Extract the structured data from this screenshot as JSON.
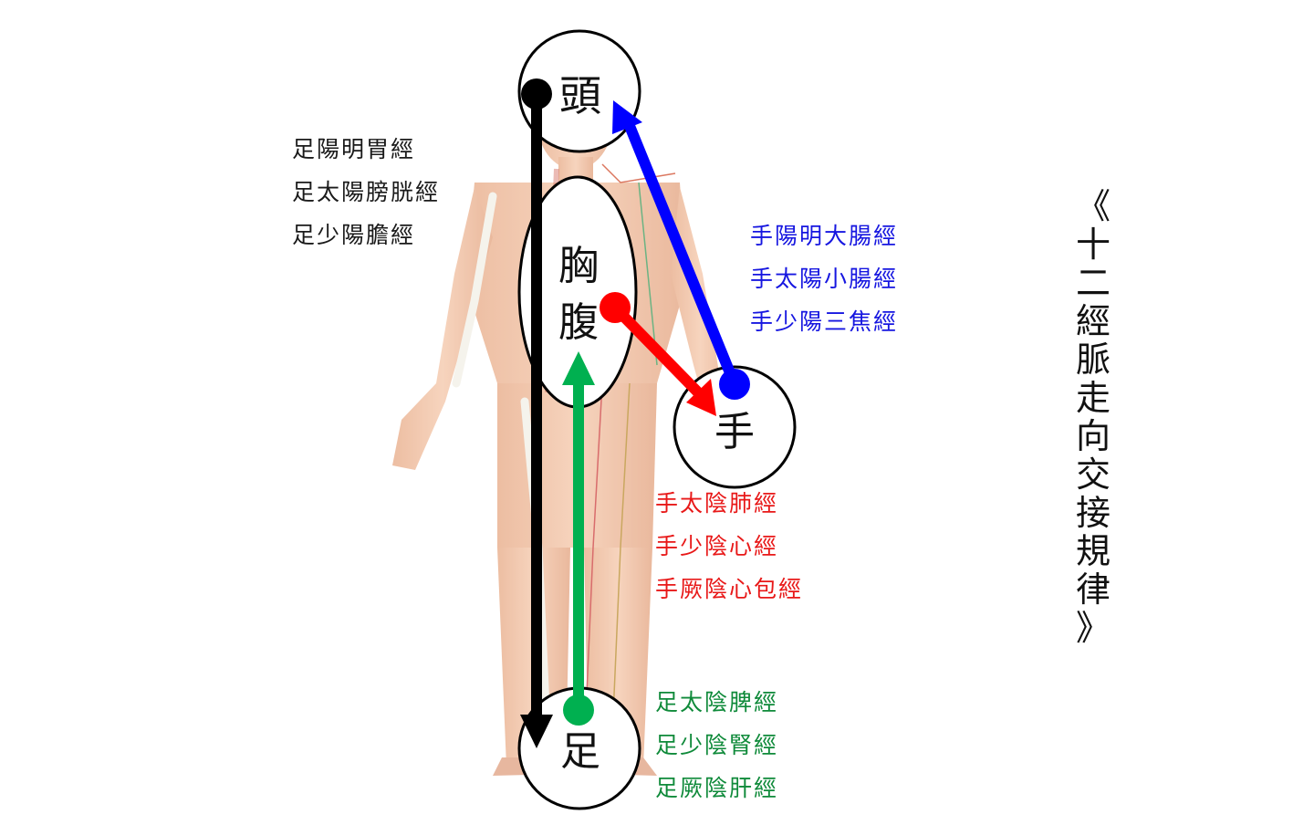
{
  "title_chars": [
    "《",
    "十",
    "二",
    "經",
    "脈",
    "走",
    "向",
    "交",
    "接",
    "規",
    "律",
    "》"
  ],
  "nodes": {
    "head": "頭",
    "chest": [
      "胸",
      "腹"
    ],
    "hand": "手",
    "foot": "足"
  },
  "groups": {
    "foot_yang": {
      "color": "#1a1a1a",
      "items": [
        "足陽明胃經",
        "足太陽膀胱經",
        "足少陽膽經"
      ]
    },
    "hand_yang": {
      "color": "#1616e0",
      "items": [
        "手陽明大腸經",
        "手太陽小腸經",
        "手少陽三焦經"
      ]
    },
    "hand_yin": {
      "color": "#e81818",
      "items": [
        "手太陰肺經",
        "手少陰心經",
        "手厥陰心包經"
      ]
    },
    "foot_yin": {
      "color": "#0f8a3a",
      "items": [
        "足太陰脾經",
        "足少陰腎經",
        "足厥陰肝經"
      ]
    }
  },
  "arrow_colors": {
    "foot_yang": "#000000",
    "hand_yang": "#0000ff",
    "hand_yin": "#ff0000",
    "foot_yin": "#00b050"
  }
}
